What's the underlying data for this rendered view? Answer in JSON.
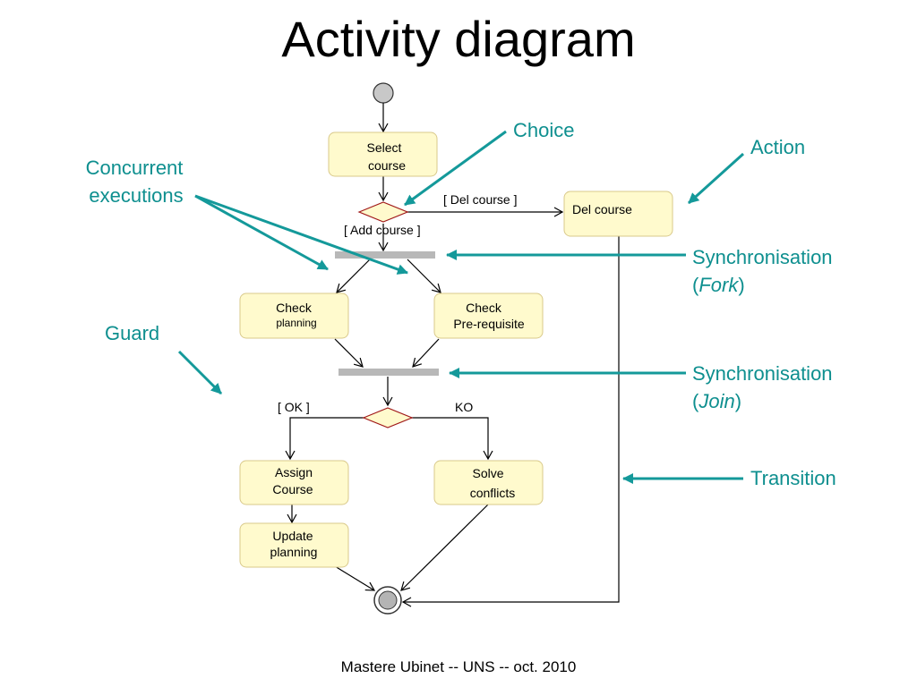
{
  "title": "Activity diagram",
  "footer": "Mastere Ubinet  --  UNS -- oct. 2010",
  "actions": {
    "select_course": [
      "Select",
      "course"
    ],
    "del_course": "Del course",
    "check_planning": [
      "Check",
      "planning"
    ],
    "check_prereq": [
      "Check",
      "Pre-requisite"
    ],
    "assign_course": [
      "Assign",
      "Course"
    ],
    "solve_conflicts": [
      "Solve",
      "conflicts"
    ],
    "update_planning": [
      "Update",
      "planning"
    ]
  },
  "guards": {
    "del_course": "[ Del  course ]",
    "add_course": "[ Add  course ]",
    "ok": "[ OK ]",
    "ko": "KO"
  },
  "annotations": {
    "choice": "Choice",
    "action": "Action",
    "concurrent": [
      "Concurrent",
      "executions"
    ],
    "fork": [
      "Synchronisation",
      "(",
      "Fork",
      ")"
    ],
    "guard": "Guard",
    "join": [
      "Synchronisation",
      "(",
      "Join",
      ")"
    ],
    "transition": "Transition"
  },
  "colors": {
    "annotation": "#0e8f8f",
    "action_fill": "#fffacd",
    "choice_stroke": "#a01818",
    "sync_bar": "#b8b8b8"
  }
}
